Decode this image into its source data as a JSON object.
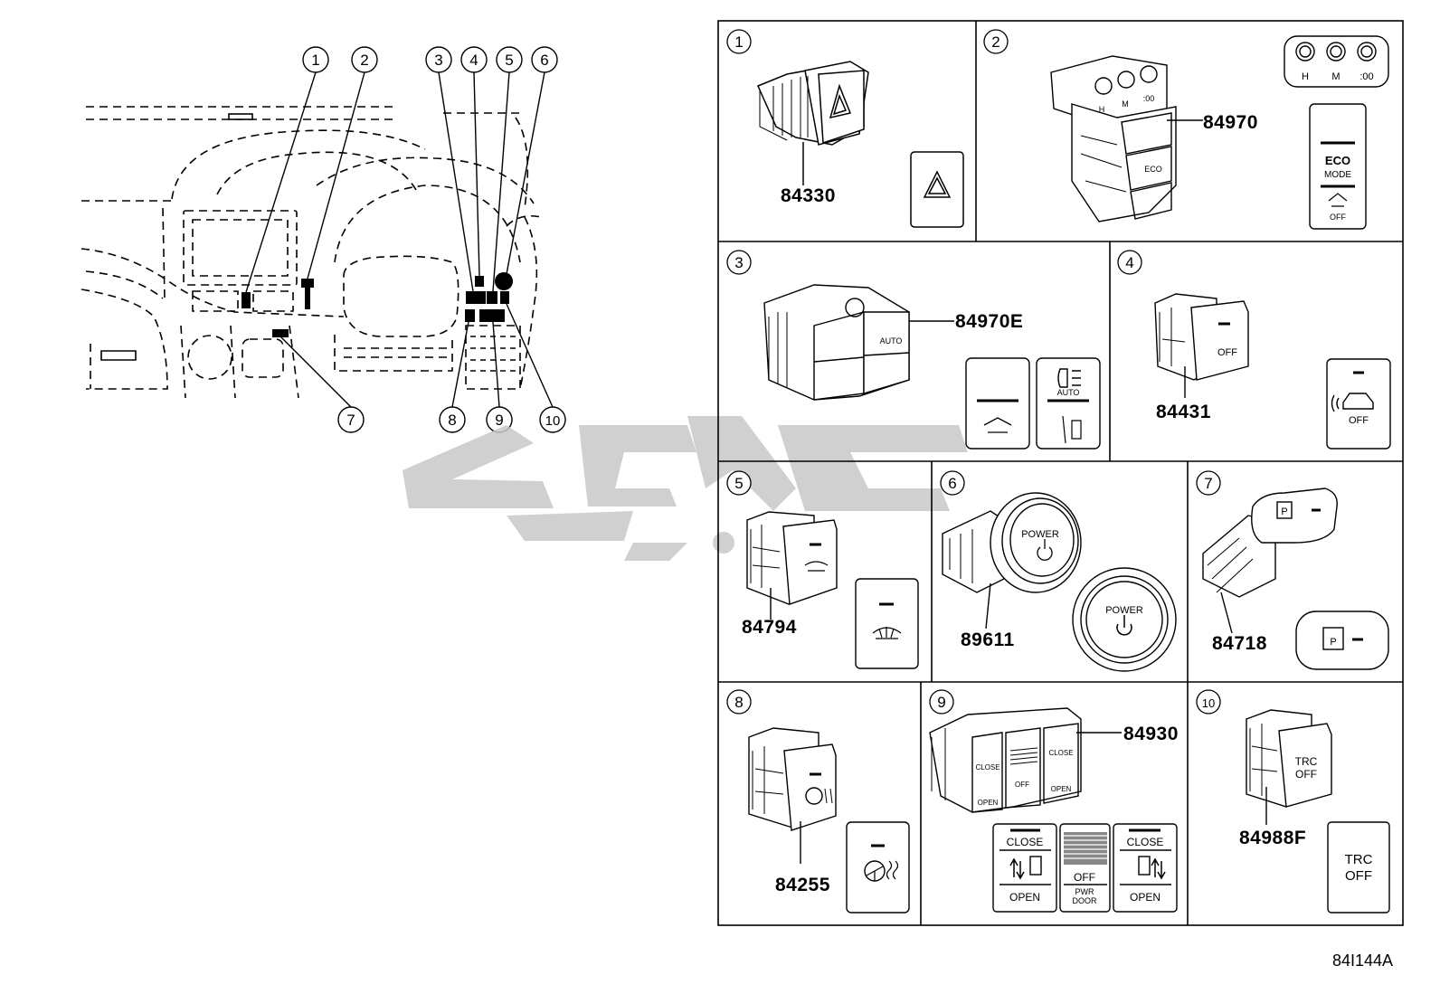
{
  "callouts": {
    "c1": "1",
    "c2": "2",
    "c3": "3",
    "c4": "4",
    "c5": "5",
    "c6": "6",
    "c7": "7",
    "c8": "8",
    "c9": "9",
    "c10": "10"
  },
  "panels": {
    "p1": {
      "num": "1",
      "part": "84330"
    },
    "p2": {
      "num": "2",
      "part": "84970",
      "clock": {
        "h": "H",
        "m": "M",
        "s": ":00"
      },
      "eco_top": "ECO",
      "eco_bottom": "MODE",
      "off": "OFF"
    },
    "p3": {
      "num": "3",
      "part": "84970E",
      "auto": "AUTO"
    },
    "p4": {
      "num": "4",
      "part": "84431",
      "off": "OFF"
    },
    "p5": {
      "num": "5",
      "part": "84794"
    },
    "p6": {
      "num": "6",
      "part": "89611",
      "power": "POWER"
    },
    "p7": {
      "num": "7",
      "part": "84718",
      "p": "P"
    },
    "p8": {
      "num": "8",
      "part": "84255"
    },
    "p9": {
      "num": "9",
      "part": "84930",
      "close": "CLOSE",
      "open": "OPEN",
      "off": "OFF",
      "pwr": "PWR",
      "door": "DOOR"
    },
    "p10": {
      "num": "10",
      "part": "84988F",
      "trc": "TRC",
      "off": "OFF"
    }
  },
  "reference_code": "84I144A"
}
